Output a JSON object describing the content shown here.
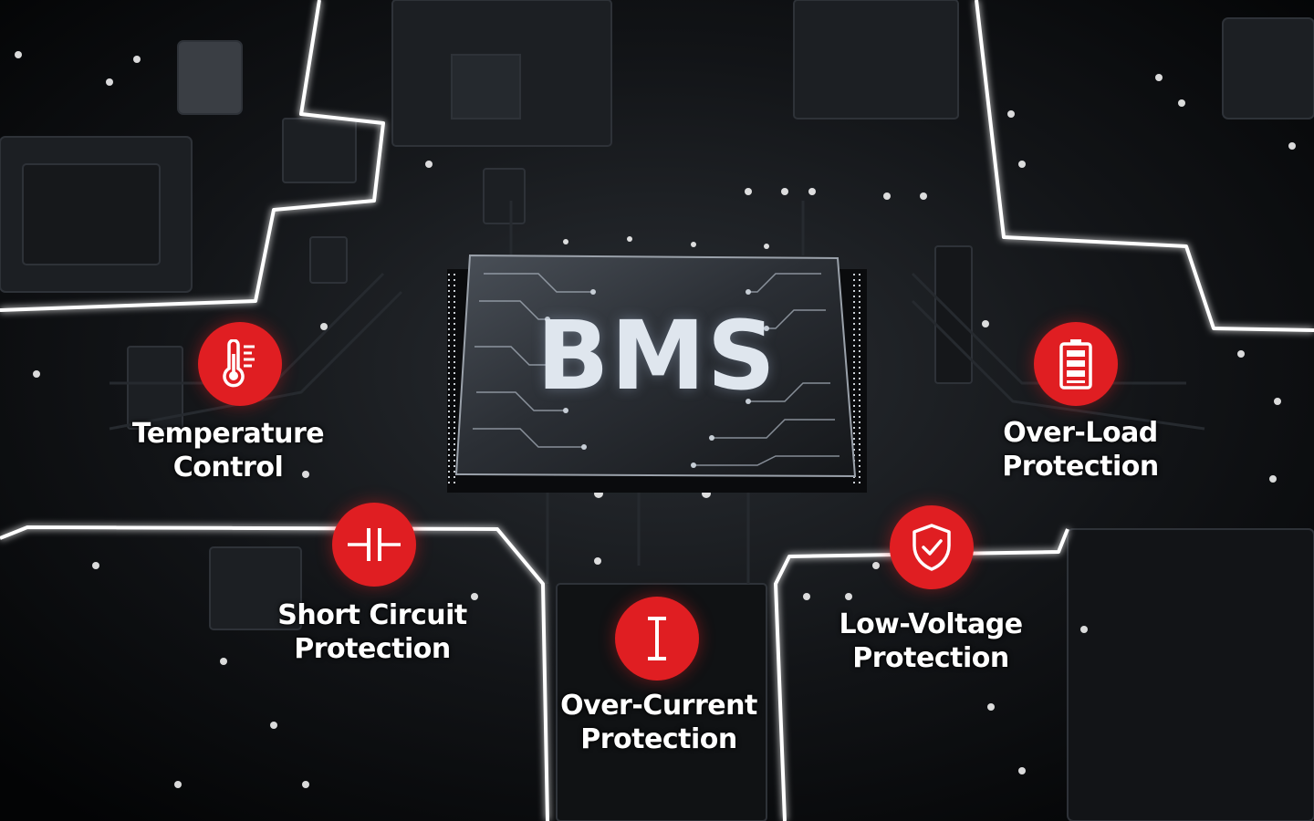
{
  "chip": {
    "title": "BMS"
  },
  "features": [
    {
      "id": "temperature",
      "icon": "thermometer-icon",
      "lines": [
        "Temperature",
        "Control"
      ]
    },
    {
      "id": "short-circuit",
      "icon": "capacitor-icon",
      "lines": [
        "Short Circuit",
        "Protection"
      ]
    },
    {
      "id": "over-current",
      "icon": "current-i-icon",
      "lines": [
        "Over-Current",
        "Protection"
      ]
    },
    {
      "id": "low-voltage",
      "icon": "shield-check-icon",
      "lines": [
        "Low-Voltage",
        "Protection"
      ]
    },
    {
      "id": "over-load",
      "icon": "battery-icon",
      "lines": [
        "Over-Load",
        "Protection"
      ]
    }
  ],
  "colors": {
    "accent": "#e01e22",
    "text": "#ffffff",
    "board": "#0c0e10",
    "trace_glow": "#ffffff"
  }
}
